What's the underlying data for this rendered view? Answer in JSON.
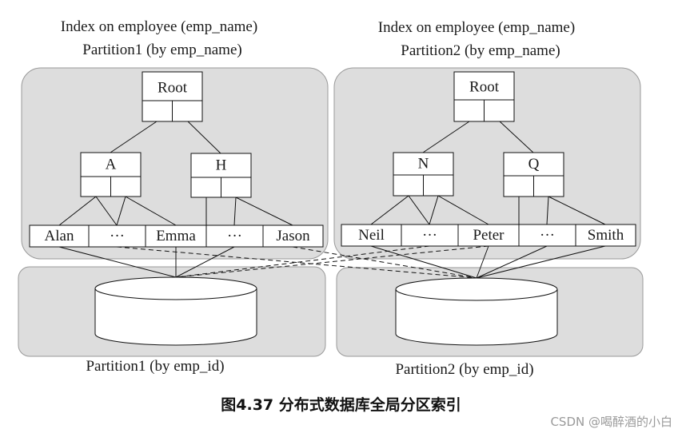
{
  "index_partitions": [
    {
      "heading_line1": "Index on employee (emp_name)",
      "heading_line2": "Partition1 (by emp_name)",
      "root_label": "Root",
      "branch_labels": [
        "A",
        "H"
      ],
      "leaf_labels": [
        "Alan",
        "···",
        "Emma",
        "···",
        "Jason"
      ]
    },
    {
      "heading_line1": "Index on employee (emp_name)",
      "heading_line2": "Partition2 (by emp_name)",
      "root_label": "Root",
      "branch_labels": [
        "N",
        "Q"
      ],
      "leaf_labels": [
        "Neil",
        "···",
        "Peter",
        "···",
        "Smith"
      ]
    }
  ],
  "table_partitions": [
    {
      "label": "Partition1 (by emp_id)"
    },
    {
      "label": "Partition2 (by emp_id)"
    }
  ],
  "caption": "图4.37 分布式数据库全局分区索引",
  "watermark": "CSDN @喝醉酒的小白",
  "colors": {
    "panel_fill": "#dddddd",
    "panel_stroke": "#999999",
    "node_fill": "#ffffff",
    "line": "#111111"
  }
}
